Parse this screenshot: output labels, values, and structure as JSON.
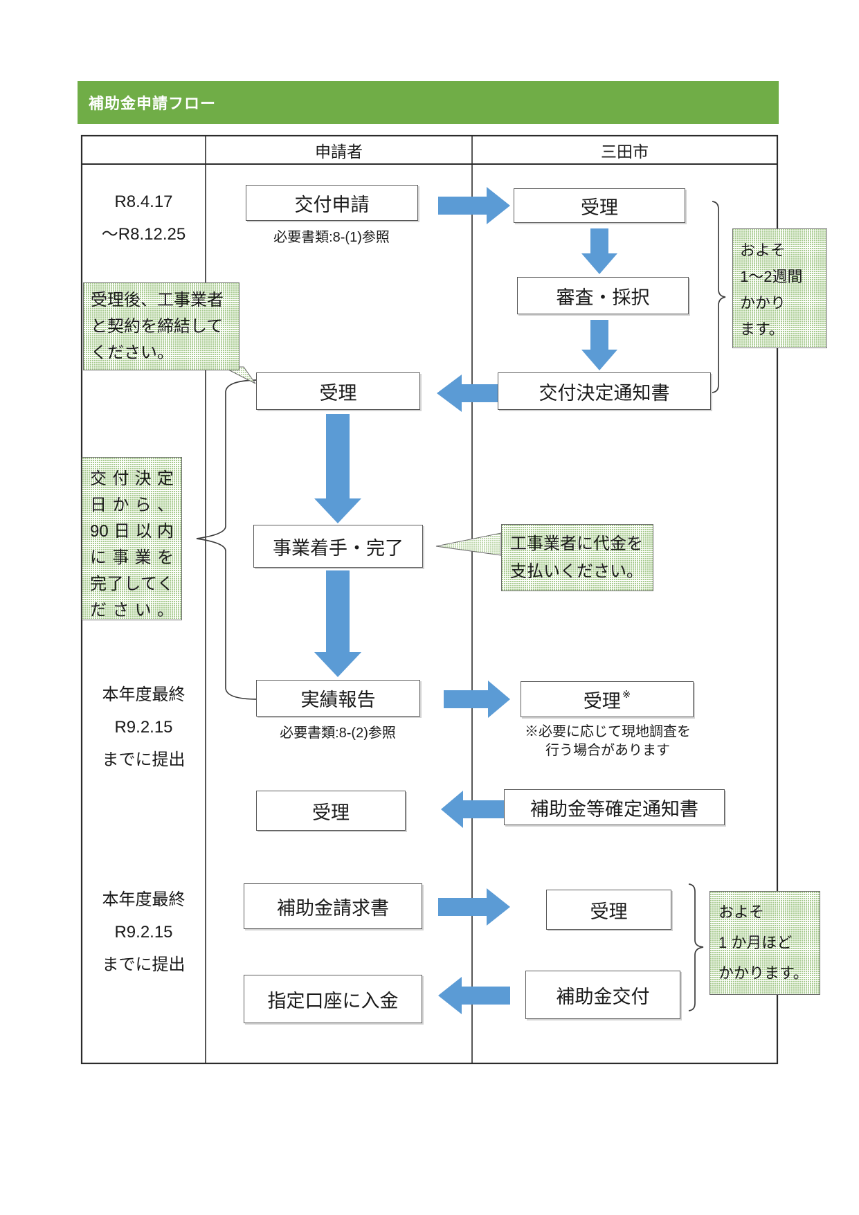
{
  "page": {
    "title": "補助金申請フロー"
  },
  "table": {
    "headers": {
      "applicant": "申請者",
      "city": "三田市"
    }
  },
  "labels": {
    "period": {
      "line1": "R8.4.17",
      "line2": "〜R8.12.25"
    },
    "deadline1": {
      "line1": "本年度最終",
      "line2": "R9.2.15",
      "line3": "までに提出"
    },
    "deadline2": {
      "line1": "本年度最終",
      "line2": "R9.2.15",
      "line3": "までに提出"
    }
  },
  "boxes": {
    "grant_application": "交付申請",
    "receipt_city1": "受理",
    "review_adoption": "審査・採択",
    "grant_decision_notice": "交付決定通知書",
    "receipt_applicant1": "受理",
    "project_start_complete": "事業着手・完了",
    "results_report": "実績報告",
    "receipt_city2": "受理",
    "receipt_city2_mark": "※",
    "receipt_applicant2": "受理",
    "subsidy_confirm_notice": "補助金等確定通知書",
    "subsidy_invoice": "補助金請求書",
    "receipt_city3": "受理",
    "deposit_account": "指定口座に入金",
    "subsidy_payment": "補助金交付"
  },
  "notes": {
    "docs1": "必要書類:8-(1)参照",
    "docs2": "必要書類:8-(2)参照",
    "site_survey_line1": "※必要に応じて現地調査を",
    "site_survey_line2": "行う場合があります"
  },
  "callouts": {
    "contract": {
      "line1": "受理後、工事業者",
      "line2": "と契約を締結して",
      "line3": "ください。"
    },
    "ninety_days": {
      "line1": "交付決定",
      "line2": "日から、",
      "line3": "90日以内",
      "line4": "に事業を",
      "line5": "完了してく",
      "line6": "ださい。"
    },
    "payment": {
      "line1": "工事業者に代金を",
      "line2": "支払いください。"
    },
    "one_two_weeks": {
      "line1": "およそ",
      "line2": "1〜2週間",
      "line3": "かかり",
      "line4": "ます。"
    },
    "one_month": {
      "line1": "およそ",
      "line2": "1 か月ほど",
      "line3": "かかります。"
    }
  },
  "colors": {
    "header_green": "#70AD47",
    "arrow_blue": "#5B9BD5",
    "callout_dot_green": "#8cba6c",
    "line_dark": "#2b2b2b"
  }
}
